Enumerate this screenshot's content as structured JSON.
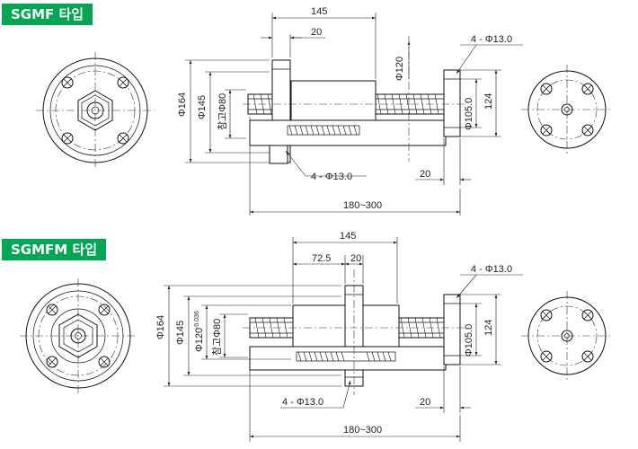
{
  "sections": [
    {
      "title": "SGMF 타입",
      "dims": {
        "top_length": "145",
        "flange_width": "20",
        "dia_120": "Φ120",
        "dia_164": "Φ164",
        "dia_145": "Φ145",
        "dia_80": "참고Φ80",
        "holes_right": "4 - Φ13.0",
        "dia_105": "Φ105.0",
        "side_124": "124",
        "holes_bottom": "4 - Φ13.0",
        "end_20": "20",
        "total_length": "180~300"
      }
    },
    {
      "title": "SGMFM 타입",
      "dims": {
        "top_length": "145",
        "offset_72": "72.5",
        "flange_width": "20",
        "dia_164": "Φ164",
        "dia_145": "Φ145",
        "dia_120": "Φ120",
        "tolerance": "-0.036",
        "dia_80": "참고Φ80",
        "holes_right": "4 - Φ13.0",
        "dia_105": "Φ105.0",
        "side_124": "124",
        "holes_bottom": "4 - Φ13.0",
        "end_20": "20",
        "total_length": "180~300"
      }
    }
  ]
}
